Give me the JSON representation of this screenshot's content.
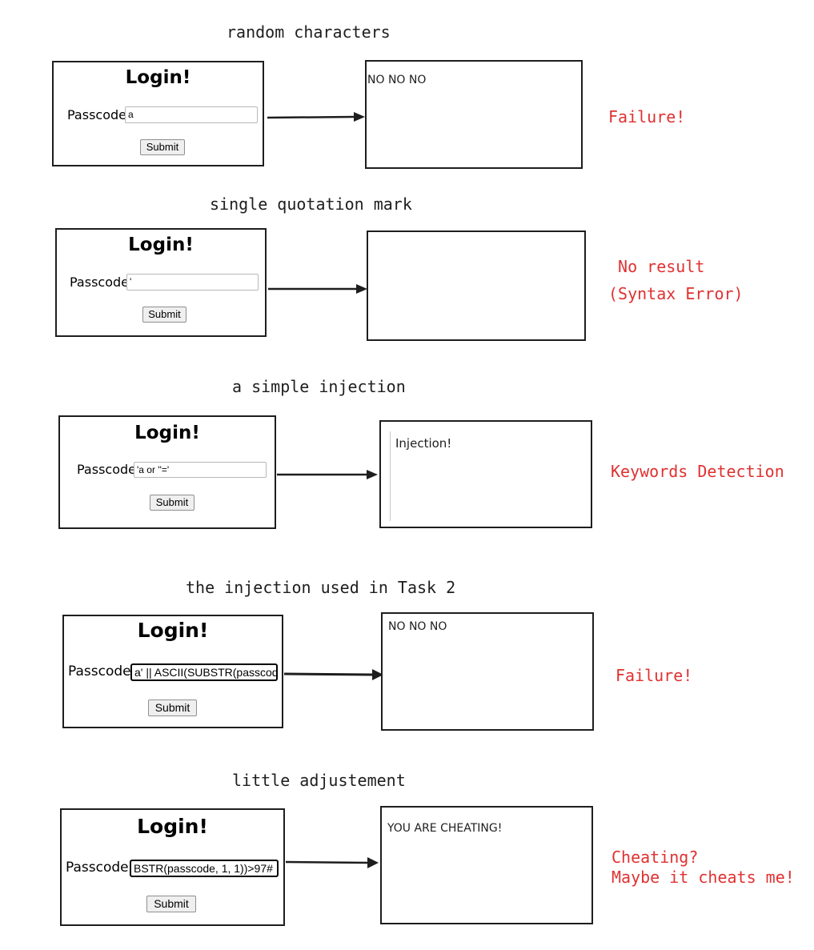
{
  "scenarios": [
    {
      "caption": "random characters",
      "login_title": "Login!",
      "passcode_label": "Passcode:",
      "input_value": "a",
      "submit_label": "Submit",
      "result_text": "NO NO NO",
      "note": "Failure!"
    },
    {
      "caption": "single quotation mark",
      "login_title": "Login!",
      "passcode_label": "Passcode:",
      "input_value": "'",
      "submit_label": "Submit",
      "result_text": "",
      "note": " No result\n(Syntax Error)"
    },
    {
      "caption": "a simple injection",
      "login_title": "Login!",
      "passcode_label": "Passcode:",
      "input_value": "'a or ''='",
      "submit_label": "Submit",
      "result_text": "Injection!",
      "note": "Keywords Detection"
    },
    {
      "caption": "the injection used in Task 2",
      "login_title": "Login!",
      "passcode_label": "Passcode:",
      "input_value": "a' || ASCII(SUBSTR(passcode",
      "submit_label": "Submit",
      "result_text": "NO NO NO",
      "note": "Failure!"
    },
    {
      "caption": "little adjustement",
      "login_title": "Login!",
      "passcode_label": "Passcode:",
      "input_value": "BSTR(passcode, 1, 1))>97#",
      "submit_label": "Submit",
      "result_text": "YOU ARE CHEATING!",
      "note": "Cheating?\nMaybe it cheats me!"
    }
  ]
}
